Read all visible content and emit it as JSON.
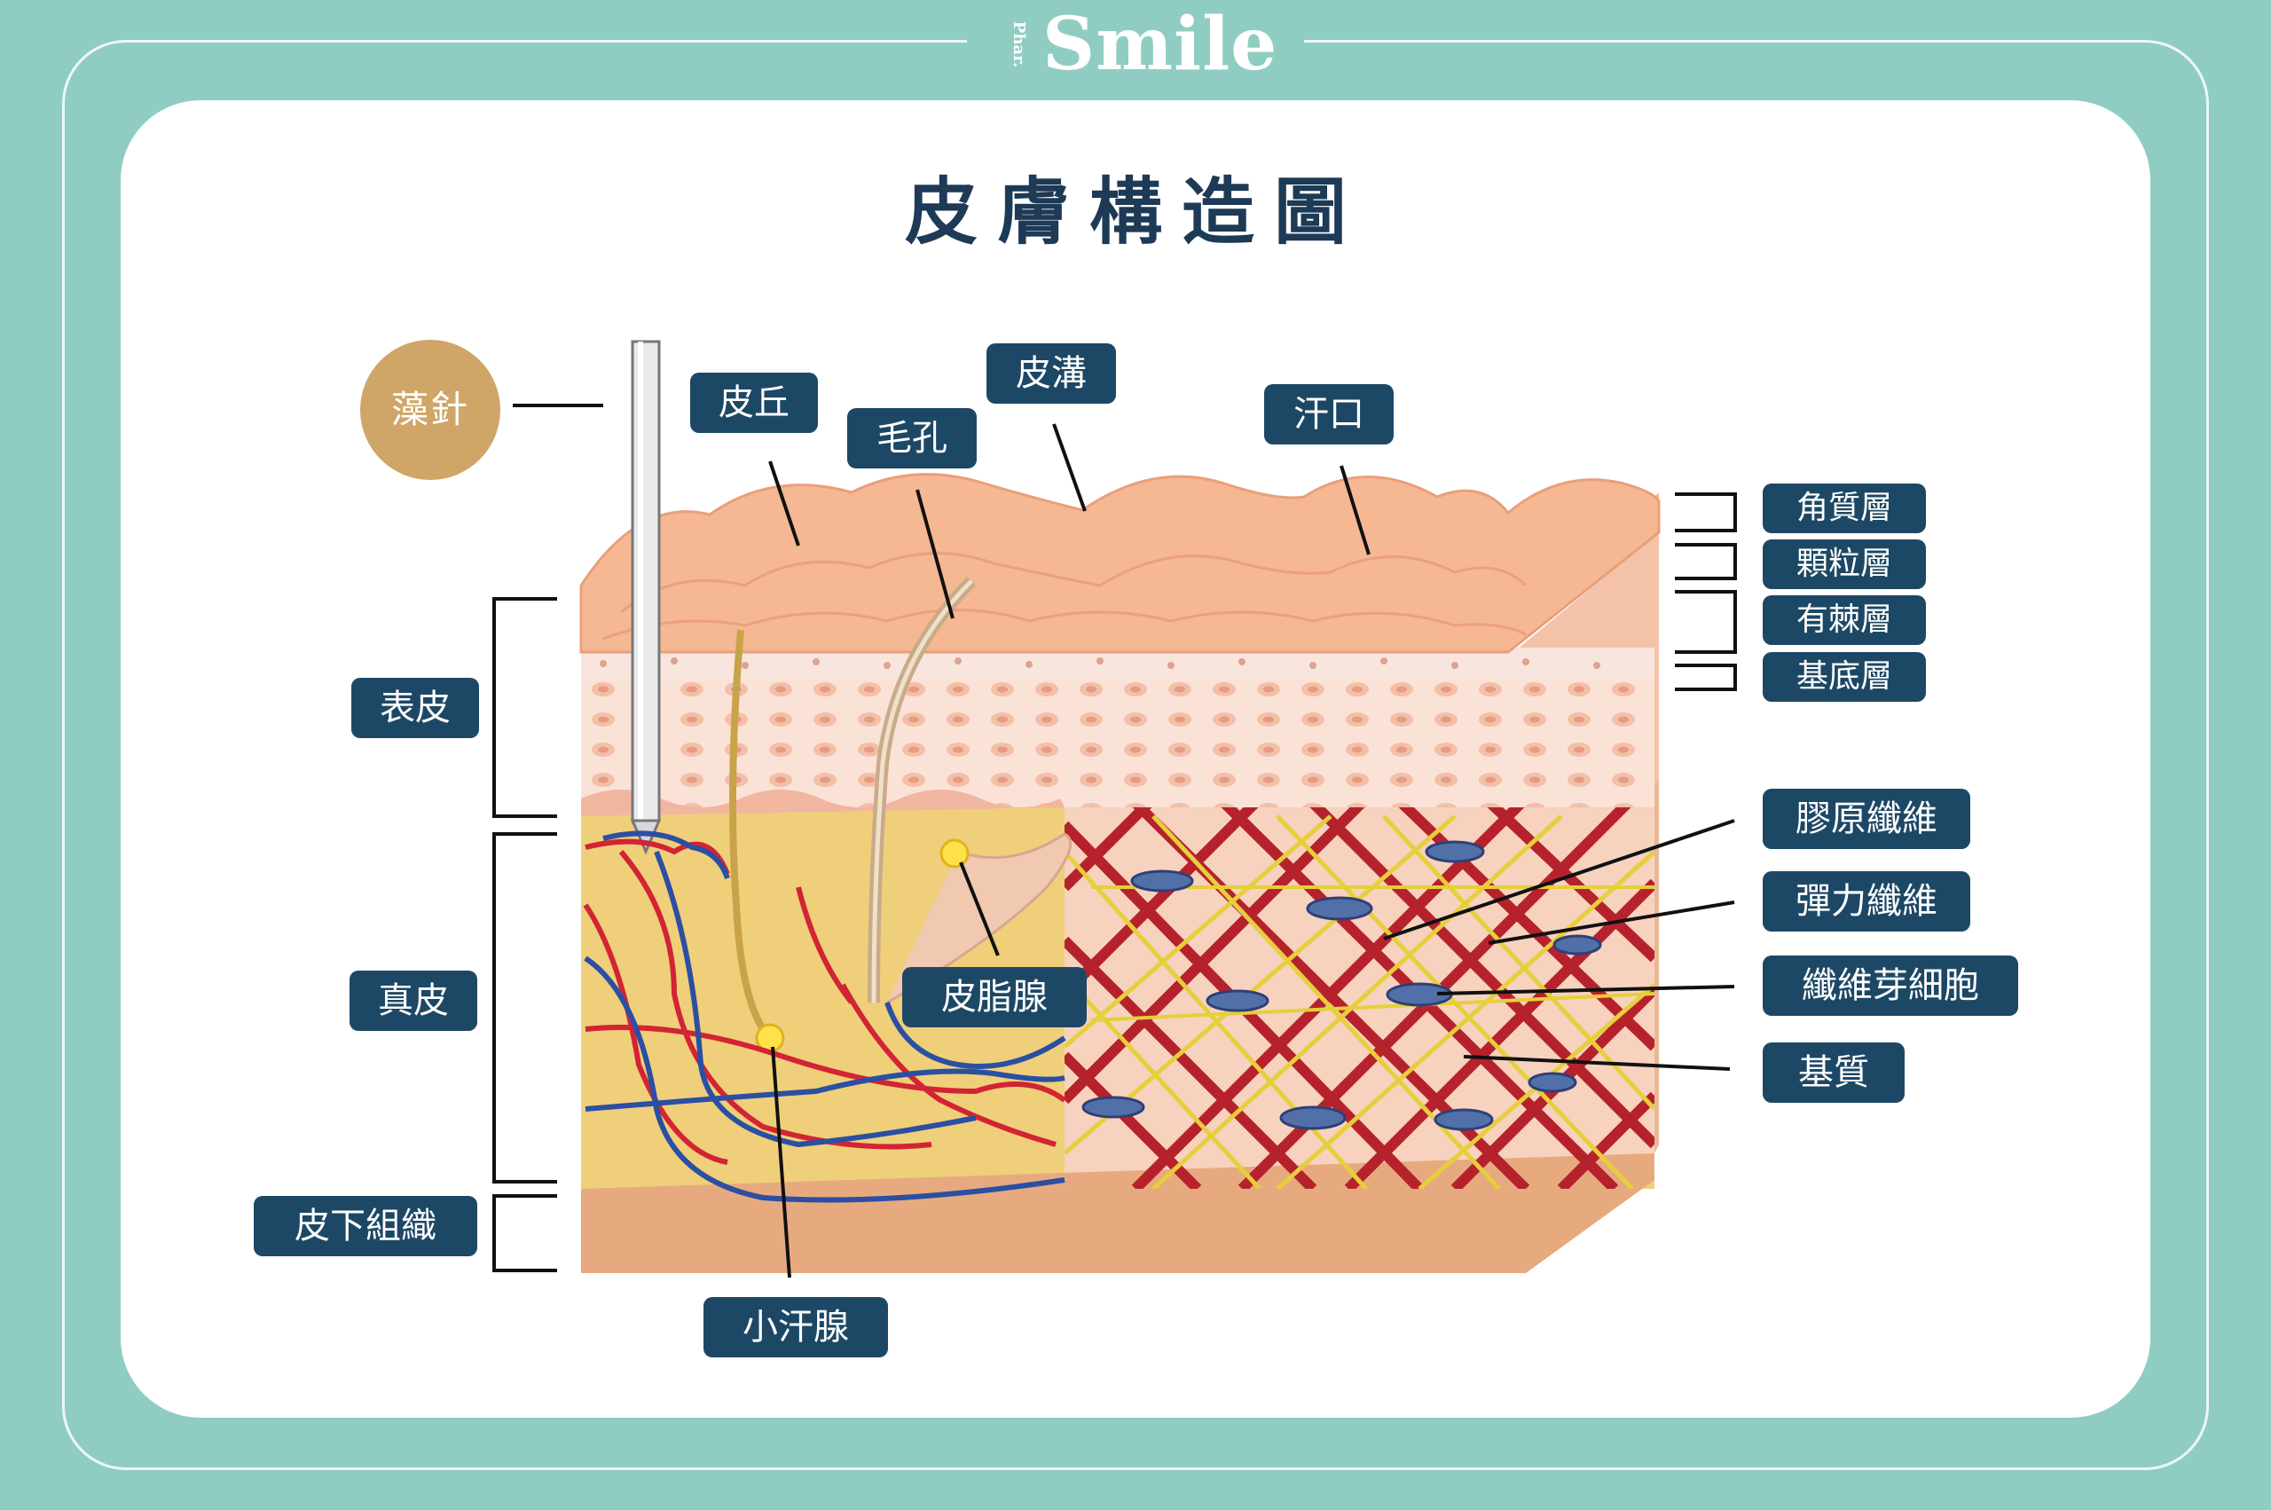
{
  "brand": {
    "prefix": "Phar.",
    "name": "Smile"
  },
  "title": "皮膚構造圖",
  "colors": {
    "background": "#8fcdc2",
    "card": "#ffffff",
    "label_bg": "#1d4865",
    "needle_label_bg": "#cfa667",
    "title": "#1d3a56"
  },
  "labels": {
    "needle": "藻針",
    "papilla": "皮丘",
    "pore": "毛孔",
    "groove": "皮溝",
    "sweat_pore": "汗口",
    "epidermis": "表皮",
    "dermis": "真皮",
    "subcutis": "皮下組織",
    "sebaceous": "皮脂腺",
    "sweat_gland": "小汗腺",
    "stratum_corneum": "角質層",
    "stratum_granulosum": "顆粒層",
    "stratum_spinosum": "有棘層",
    "stratum_basale": "基底層",
    "collagen": "膠原纖維",
    "elastin": "彈力纖維",
    "fibroblast": "纖維芽細胞",
    "matrix": "基質"
  }
}
